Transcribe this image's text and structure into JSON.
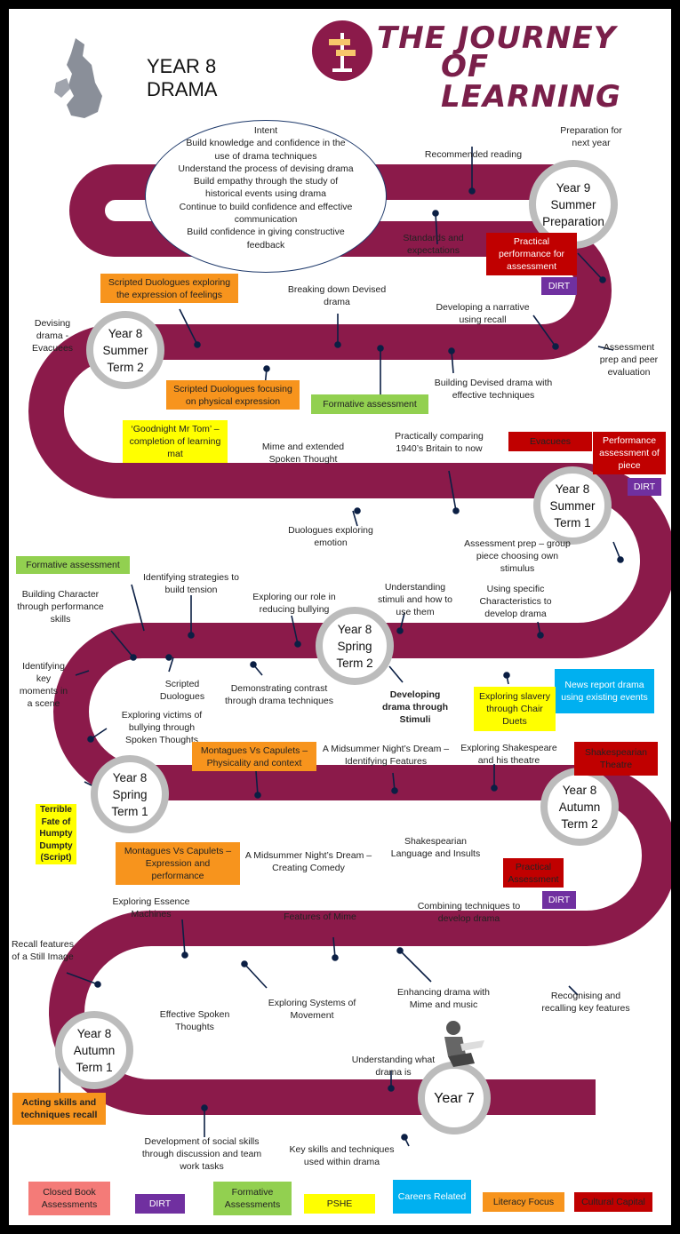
{
  "header": {
    "title_line1": "THE JOURNEY",
    "title_line2": "OF LEARNING",
    "subject_line1": "YEAR 8",
    "subject_line2": "DRAMA",
    "signpost_icon": "signpost-icon",
    "map_icon": "uk-map-icon"
  },
  "intent": {
    "heading": "Intent",
    "lines": [
      "Build knowledge and confidence in the use of drama techniques",
      "Understand the process of devising drama",
      "Build empathy through the study of historical events using drama",
      "Continue to build confidence and effective communication",
      "Build confidence in giving constructive feedback"
    ]
  },
  "milestones": {
    "y9": "Year 9 Summer Preparation",
    "y8_summer2": "Year 8 Summer Term 2",
    "y8_summer1": "Year 8 Summer Term 1",
    "y8_spring2": "Year 8 Spring Term 2",
    "y8_spring1": "Year 8 Spring Term 1",
    "y8_autumn2": "Year 8 Autumn Term 2",
    "y8_autumn1": "Year 8 Autumn Term 1",
    "y7": "Year 7"
  },
  "labels": {
    "prep_next_year": "Preparation for next year",
    "recommended_reading": "Recommended reading",
    "standards": "Standards and expectations",
    "breaking_down": "Breaking down Devised drama",
    "developing_narrative": "Developing a narrative using recall",
    "assessment_prep_peer": "Assessment prep and peer evaluation",
    "building_devised": "Building Devised drama with effective techniques",
    "devising_evacuees": "Devising drama - Evacuees",
    "mime_spoken": "Mime and extended Spoken Thought",
    "practically_comparing": "Practically comparing 1940’s Britain to now",
    "duologues_emotion": "Duologues exploring emotion",
    "assessment_prep_group": "Assessment prep – group piece choosing own stimulus",
    "identifying_strategies": "Identifying strategies to build tension",
    "building_character": "Building Character through performance skills",
    "exploring_role": "Exploring our role in reducing bullying",
    "understanding_stimuli": "Understanding stimuli and how to use them",
    "using_specific": "Using specific Characteristics to develop drama",
    "identifying_key": "Identifying key moments in a scene",
    "scripted_duologues": "Scripted Duologues",
    "demonstrating_contrast": "Demonstrating contrast through drama techniques",
    "developing_stimuli": "Developing drama through Stimuli",
    "exploring_victims": "Exploring victims of bullying through Spoken Thoughts",
    "midsummer_features": "A Midsummer Night’s Dream – Identifying Features",
    "exploring_shakespeare": "Exploring Shakespeare and his theatre",
    "midsummer_comedy": "A Midsummer Night’s Dream – Creating Comedy",
    "shakespearian_language": "Shakespearian Language and Insults",
    "exploring_essence": "Exploring Essence Machines",
    "features_mime": "Features of Mime",
    "combining": "Combining techniques to develop drama",
    "recall_still": "Recall features of a Still Image",
    "effective_spoken": "Effective Spoken Thoughts",
    "exploring_systems": "Exploring Systems of Movement",
    "enhancing": "Enhancing drama with Mime and music",
    "recognising": "Recognising and recalling key features",
    "understanding_what": "Understanding what drama is",
    "development_social": "Development of social skills through discussion and team work tasks",
    "key_skills": "Key skills and techniques used within drama"
  },
  "boxes": {
    "practical_perf": "Practical performance for assessment",
    "dirt1": "DIRT",
    "scripted_feelings": "Scripted Duologues exploring the expression of feelings",
    "scripted_physical": "Scripted Duologues focusing on physical expression",
    "formative1": "Formative assessment",
    "goodnight": "‘Goodnight Mr Tom’ – completion of learning mat",
    "evacuees": "Evacuees",
    "performance_assess": "Performance assessment of piece",
    "dirt2": "DIRT",
    "formative2": "Formative assessment",
    "news_report": "News report drama using existing events",
    "exploring_slavery": "Exploring slavery through Chair Duets",
    "montagues_physicality": "Montagues Vs Capulets – Physicality and context",
    "shakespearian_theatre": "Shakespearian Theatre",
    "humpty": "Terrible Fate of Humpty Dumpty (Script)",
    "montagues_expression": "Montagues Vs Capulets – Expression and performance",
    "practical_assess": "Practical Assessment",
    "dirt3": "DIRT",
    "acting_skills": "Acting skills and techniques recall"
  },
  "legend": [
    {
      "label": "Closed Book Assessments",
      "color": "#f47b78"
    },
    {
      "label": "DIRT",
      "color": "#7030a0"
    },
    {
      "label": "Formative Assessments",
      "color": "#92d050"
    },
    {
      "label": "PSHE",
      "color": "#ffff00"
    },
    {
      "label": "Careers Related",
      "color": "#00b0f0"
    },
    {
      "label": "Literacy Focus",
      "color": "#f7941d"
    },
    {
      "label": "Cultural Capital",
      "color": "#c00000"
    }
  ],
  "colors": {
    "road": "#8b1a4a",
    "milestone_ring": "#bcbcbc",
    "title": "#7a1f4a"
  }
}
